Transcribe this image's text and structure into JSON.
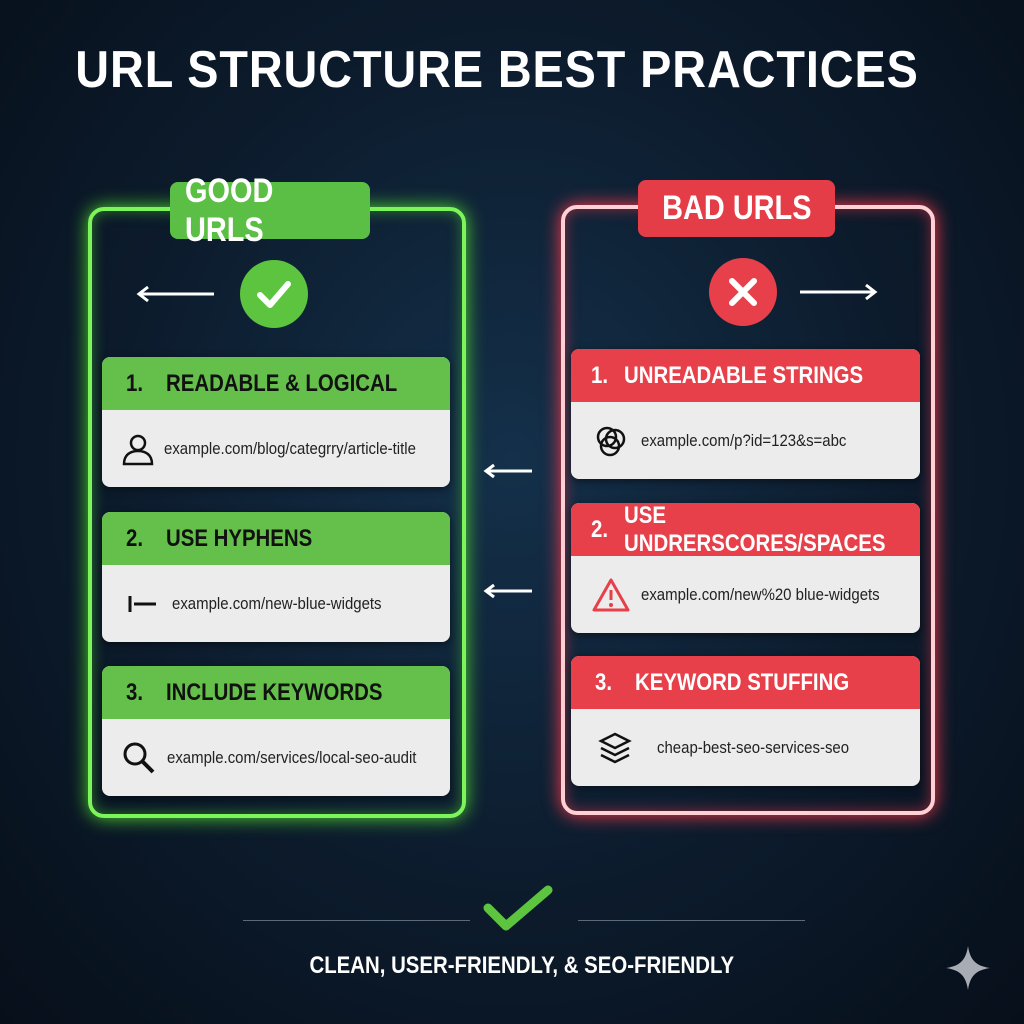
{
  "title": "URL STRUCTURE BEST PRACTICES",
  "colors": {
    "good": "#64c04a",
    "bad": "#e7404a",
    "background": "#0c1b2c"
  },
  "good": {
    "badge": "GOOD URLS",
    "icon": "check-icon",
    "items": [
      {
        "number": "1.",
        "label": "READABLE & LOGICAL",
        "url": "example.com/blog/categrry/article-title",
        "icon": "user-icon"
      },
      {
        "number": "2.",
        "label": "USE HYPHENS",
        "url": "example.com/new-blue-widgets",
        "icon": "hyphen-icon"
      },
      {
        "number": "3.",
        "label": "INCLUDE KEYWORDS",
        "url": "example.com/services/local-seo-audit",
        "icon": "search-icon"
      }
    ]
  },
  "bad": {
    "badge": "BAD URLS",
    "icon": "x-icon",
    "items": [
      {
        "number": "1.",
        "label": "UNREADABLE STRINGS",
        "url": "example.com/p?id=123&s=abc",
        "icon": "tangled-circles-icon"
      },
      {
        "number": "2.",
        "label": "USE UNDRERSCORES/SPACES",
        "url": "example.com/new%20 blue-widgets",
        "icon": "warning-icon"
      },
      {
        "number": "3.",
        "label": "KEYWORD STUFFING",
        "url": "cheap-best-seo-services-seo",
        "icon": "layers-icon"
      }
    ]
  },
  "footer": "CLEAN, USER-FRIENDLY, & SEO-FRIENDLY"
}
